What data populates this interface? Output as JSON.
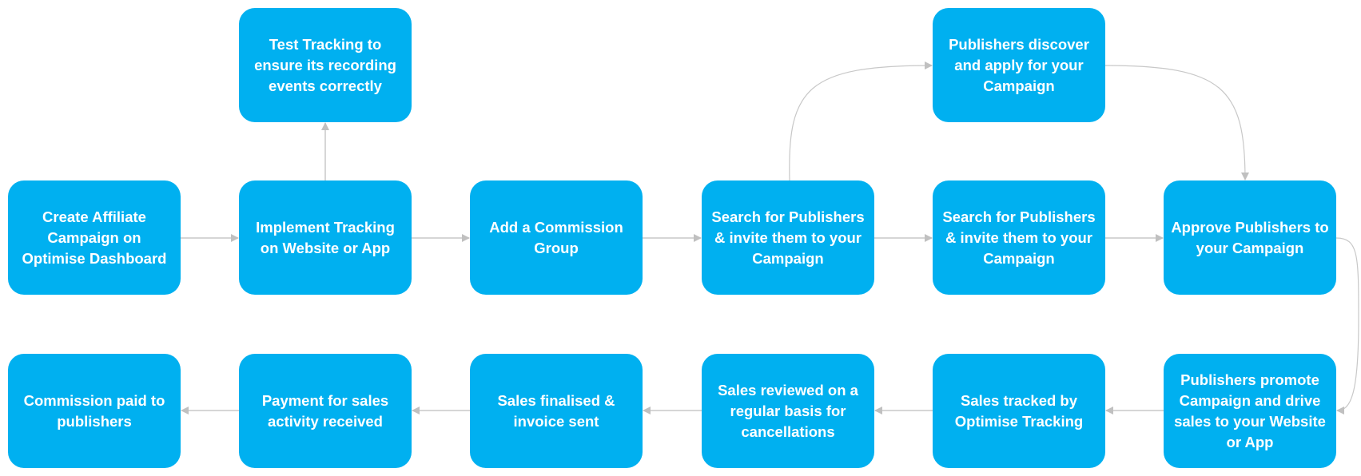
{
  "colors": {
    "node_fill": "#00b0f0",
    "node_text": "#ffffff",
    "connector": "#c8c8c8"
  },
  "nodes": [
    {
      "id": "create-campaign",
      "label": "Create Affiliate Campaign on Optimise Dashboard"
    },
    {
      "id": "implement-tracking",
      "label": "Implement Tracking on Website or App"
    },
    {
      "id": "test-tracking",
      "label": "Test Tracking to ensure its recording events correctly"
    },
    {
      "id": "add-commission-group",
      "label": "Add a Commission Group"
    },
    {
      "id": "search-publishers-1",
      "label": "Search for Publishers & invite them to your Campaign"
    },
    {
      "id": "publishers-discover",
      "label": "Publishers discover and apply for your Campaign"
    },
    {
      "id": "search-publishers-2",
      "label": "Search for Publishers & invite them to your Campaign"
    },
    {
      "id": "approve-publishers",
      "label": "Approve Publishers to your Campaign"
    },
    {
      "id": "publishers-promote",
      "label": "Publishers promote Campaign and drive sales to your Website or App"
    },
    {
      "id": "sales-tracked",
      "label": "Sales tracked by Optimise Tracking"
    },
    {
      "id": "sales-reviewed",
      "label": "Sales reviewed on a regular basis for cancellations"
    },
    {
      "id": "sales-finalised",
      "label": "Sales finalised & invoice sent"
    },
    {
      "id": "payment-received",
      "label": "Payment for sales activity received"
    },
    {
      "id": "commission-paid",
      "label": "Commission paid to publishers"
    }
  ],
  "edges": [
    {
      "from": "create-campaign",
      "to": "implement-tracking"
    },
    {
      "from": "implement-tracking",
      "to": "test-tracking"
    },
    {
      "from": "implement-tracking",
      "to": "add-commission-group"
    },
    {
      "from": "add-commission-group",
      "to": "search-publishers-1"
    },
    {
      "from": "search-publishers-1",
      "to": "publishers-discover"
    },
    {
      "from": "search-publishers-1",
      "to": "search-publishers-2"
    },
    {
      "from": "publishers-discover",
      "to": "approve-publishers"
    },
    {
      "from": "search-publishers-2",
      "to": "approve-publishers"
    },
    {
      "from": "approve-publishers",
      "to": "publishers-promote"
    },
    {
      "from": "publishers-promote",
      "to": "sales-tracked"
    },
    {
      "from": "sales-tracked",
      "to": "sales-reviewed"
    },
    {
      "from": "sales-reviewed",
      "to": "sales-finalised"
    },
    {
      "from": "sales-finalised",
      "to": "payment-received"
    },
    {
      "from": "payment-received",
      "to": "commission-paid"
    }
  ]
}
